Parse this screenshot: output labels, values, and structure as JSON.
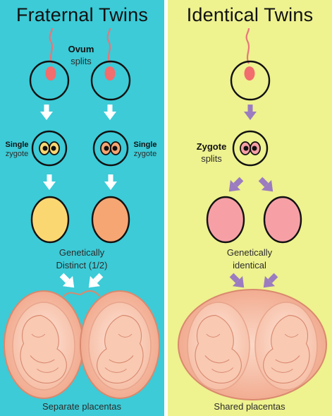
{
  "colors": {
    "fraternal_bg": "#3ccbd7",
    "identical_bg": "#eef28f",
    "arrow_white": "#ffffff",
    "arrow_purple": "#9b7cc0",
    "cell_yellow": "#fbd772",
    "cell_orange": "#f6a673",
    "cell_pink": "#f6a0a6",
    "nucleus_red": "#f26d6d",
    "embryo_pink": "#f7c1a6"
  },
  "fraternal": {
    "title": "Fraternal Twins",
    "ovum_label": "Ovum",
    "ovum_sub": "splits",
    "single_left_bold": "Single",
    "single_left_sub": "zygote",
    "single_right_bold": "Single",
    "single_right_sub": "zygote",
    "genetic_line1": "Genetically",
    "genetic_line2": "Distinct (1/2)",
    "placenta_label": "Separate placentas"
  },
  "identical": {
    "title": "Identical Twins",
    "zygote_label": "Zygote",
    "zygote_sub": "splits",
    "genetic_line1": "Genetically",
    "genetic_line2": "identical",
    "placenta_label": "Shared placentas"
  }
}
